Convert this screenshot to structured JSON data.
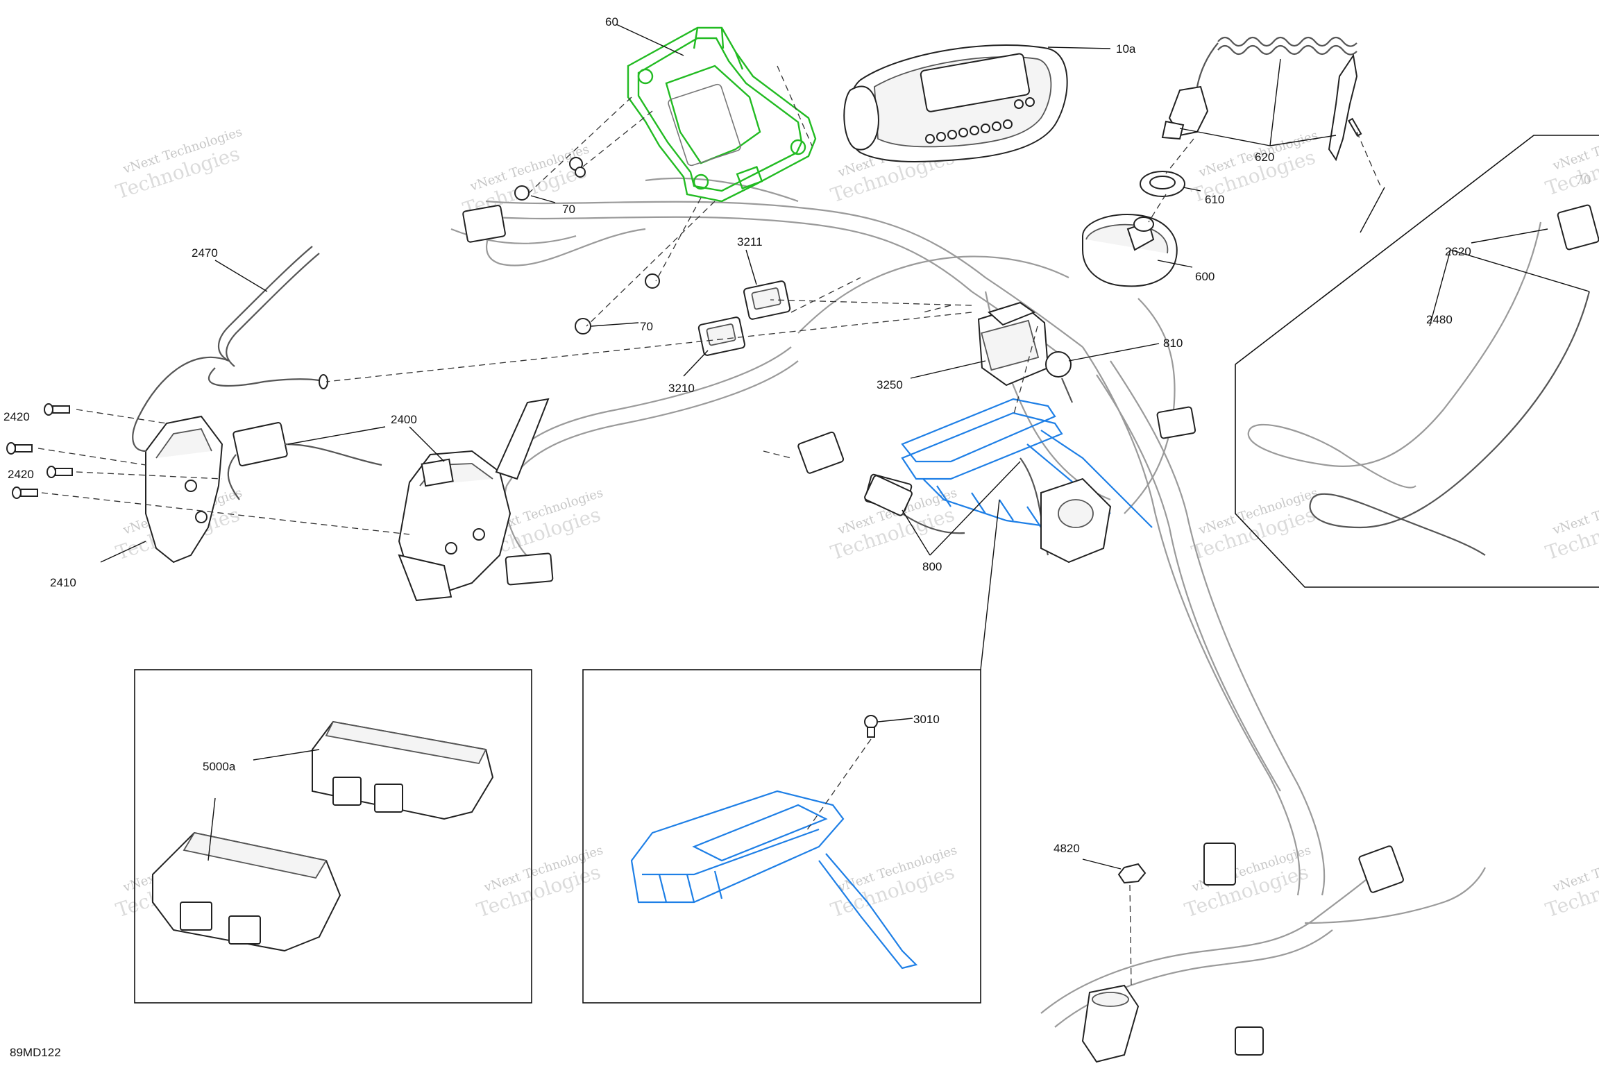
{
  "diagram_id": "89MD122",
  "watermark": {
    "line1": "vNext Technologies",
    "line2": "Technologies"
  },
  "callouts": [
    {
      "key": "p60",
      "label": "60"
    },
    {
      "key": "p10a",
      "label": "10a"
    },
    {
      "key": "p620",
      "label": "620"
    },
    {
      "key": "p610",
      "label": "610"
    },
    {
      "key": "p600",
      "label": "600"
    },
    {
      "key": "p70a",
      "label": "70"
    },
    {
      "key": "p70b",
      "label": "70"
    },
    {
      "key": "p3211",
      "label": "3211"
    },
    {
      "key": "p3210",
      "label": "3210"
    },
    {
      "key": "p2470",
      "label": "2470"
    },
    {
      "key": "p2420a",
      "label": "2420"
    },
    {
      "key": "p2420b",
      "label": "2420"
    },
    {
      "key": "p2400",
      "label": "2400"
    },
    {
      "key": "p2410",
      "label": "2410"
    },
    {
      "key": "p3250",
      "label": "3250"
    },
    {
      "key": "p810",
      "label": "810"
    },
    {
      "key": "p800",
      "label": "800"
    },
    {
      "key": "p2620",
      "label": "2620"
    },
    {
      "key": "p2480",
      "label": "2480"
    },
    {
      "key": "p5000a",
      "label": "5000a"
    },
    {
      "key": "p3010",
      "label": "3010"
    },
    {
      "key": "p4820",
      "label": "4820"
    }
  ]
}
